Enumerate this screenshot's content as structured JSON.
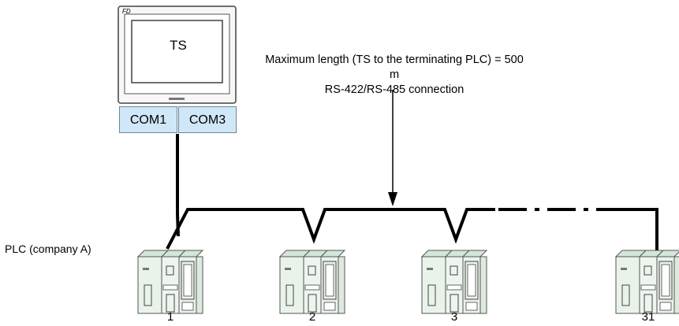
{
  "touch_screen": {
    "label": "TS",
    "brand_mark": "FD"
  },
  "ports": {
    "com1": "COM1",
    "com3": "COM3"
  },
  "note": {
    "line1": "Maximum length (TS to the terminating PLC) = 500 m",
    "line2": "RS-422/RS-485 connection"
  },
  "plc": {
    "label": "PLC (company A)",
    "numbers": [
      "1",
      "2",
      "3",
      "31"
    ]
  },
  "colors": {
    "port_fill": "#cfe7f7",
    "line": "#000000",
    "plc_fill": "#eaf3ea"
  }
}
